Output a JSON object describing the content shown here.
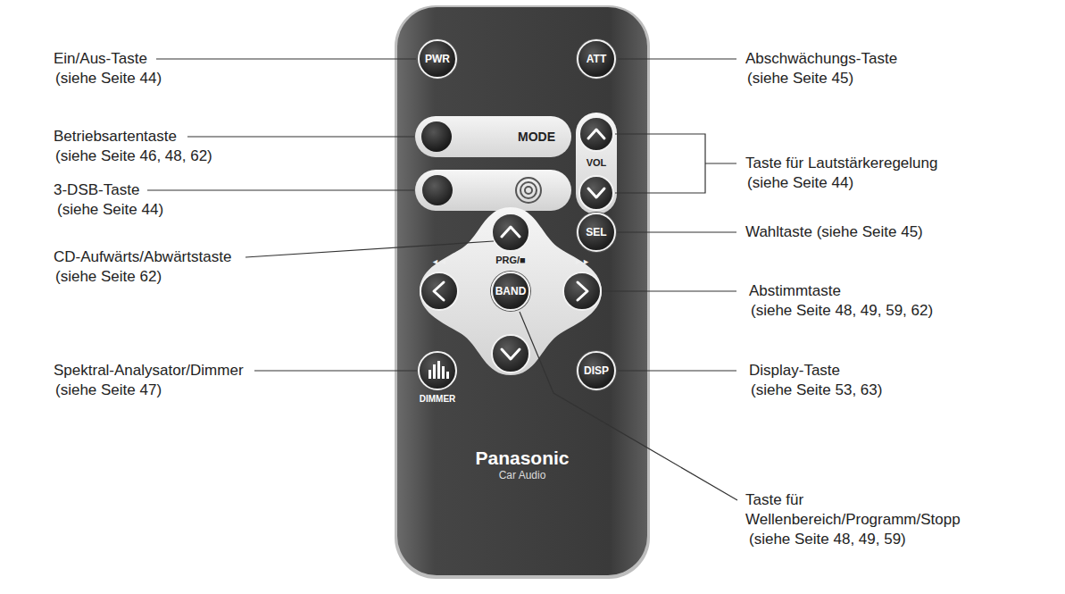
{
  "diagram": {
    "nodes": [
      {
        "text": [
          "PWR"
        ]
      },
      {
        "text": [
          "ATT"
        ]
      },
      {
        "text": [
          "MODE"
        ]
      },
      {
        "text": [
          "SEL"
        ]
      },
      {
        "text": [
          "BAND"
        ]
      },
      {
        "text": [
          "DISP"
        ]
      }
    ],
    "labels": [
      "Ein/Aus-Taste",
      "(siehe Seite 44)",
      "Betriebsartentaste",
      "(siehe Seite 46, 48, 62)",
      "3-DSB-Taste",
      "(siehe Seite 44)",
      "CD-Aufwärts/Abwärtstaste",
      "(siehe Seite 62)",
      "Spektral-Analysator/Dimmer",
      "(siehe Seite 47)",
      "Abschwächungs-Taste",
      "(siehe Seite 45)",
      "Taste für Lautstärkeregelung",
      "(siehe Seite 44)",
      "Wahltaste (siehe Seite 45)",
      "Abstimmtaste",
      "(siehe Seite 48, 49, 59, 62)",
      "Display-Taste",
      "(siehe Seite 53, 63)",
      "Taste für",
      "Wellenbereich/Programm/Stopp",
      "(siehe Seite 48, 49, 59)",
      "VOL",
      "PRG/■",
      "◄◄",
      "►►",
      "DIMMER",
      "Panasonic",
      "Car Audio"
    ]
  }
}
